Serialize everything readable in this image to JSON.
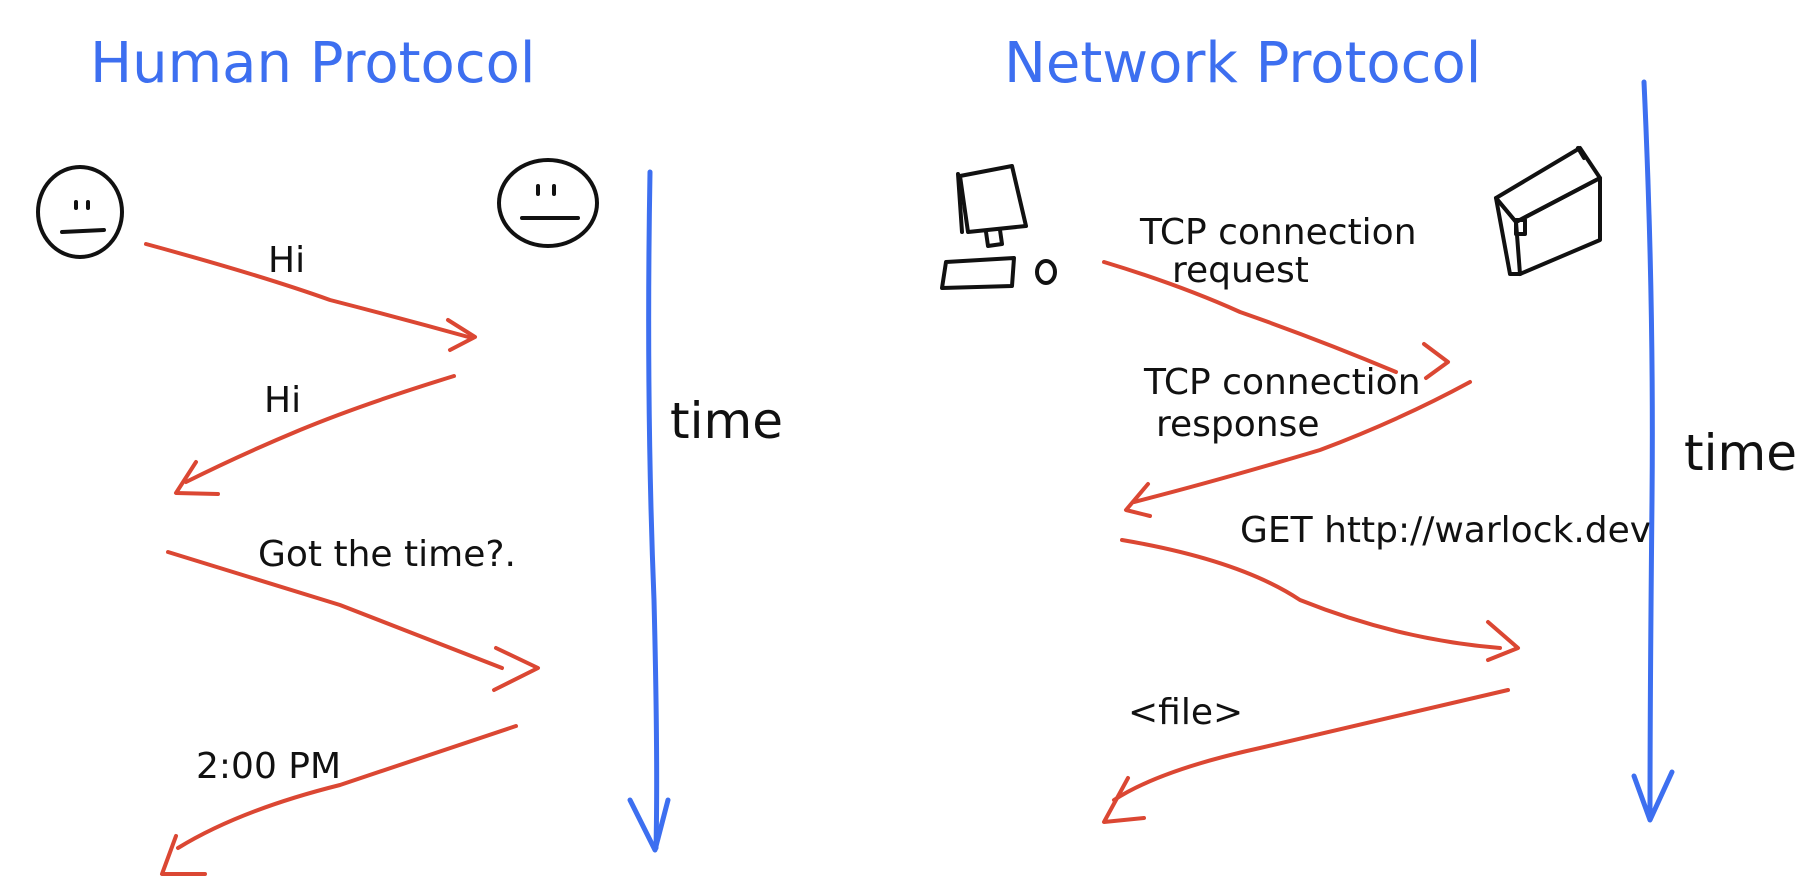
{
  "colors": {
    "title": "#3d6ff0",
    "timeline": "#3d6ff0",
    "arrow": "#db4733",
    "ink": "#111111"
  },
  "panels": {
    "human": {
      "title": "Human Protocol",
      "time_label": "time",
      "messages": [
        {
          "text": "Hi"
        },
        {
          "text": "Hi"
        },
        {
          "text": "Got the time?."
        },
        {
          "text": "2:00 PM"
        }
      ]
    },
    "network": {
      "title": "Network Protocol",
      "time_label": "time",
      "messages": [
        {
          "lines": [
            "TCP connection",
            "request"
          ]
        },
        {
          "lines": [
            "TCP connection",
            "response"
          ]
        },
        {
          "lines": [
            "GET http://warlock.dev"
          ]
        },
        {
          "lines": [
            "<file>"
          ]
        }
      ]
    }
  },
  "icons": {
    "human_left": "smiley-face-icon",
    "human_right": "smiley-face-icon",
    "client": "computer-icon",
    "server": "server-icon"
  }
}
